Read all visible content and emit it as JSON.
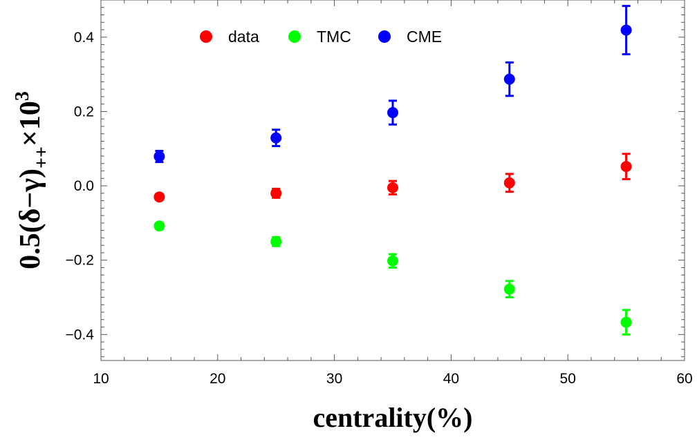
{
  "chart_data": {
    "type": "scatter",
    "xlabel": "centrality(%)",
    "ylabel": {
      "main": "0.5(δ−γ)",
      "subscript": "++",
      "times": "×10",
      "superscript": "3"
    },
    "xlim": [
      10,
      60
    ],
    "ylim": [
      -0.47,
      0.5
    ],
    "x_ticks": [
      10,
      20,
      30,
      40,
      50,
      60
    ],
    "y_ticks": [
      -0.4,
      -0.2,
      0.0,
      0.2,
      0.4
    ],
    "x_tick_labels": [
      "10",
      "20",
      "30",
      "40",
      "50",
      "60"
    ],
    "y_tick_labels": [
      "−0.4",
      "−0.2",
      "0.0",
      "0.2",
      "0.4"
    ],
    "grid": false,
    "legend_position": "top",
    "series": [
      {
        "name": "data",
        "color": "#ff0000",
        "x": [
          15,
          25,
          35,
          45,
          55
        ],
        "y": [
          -0.03,
          -0.02,
          -0.005,
          0.008,
          0.052
        ],
        "err": [
          0.008,
          0.012,
          0.018,
          0.024,
          0.034
        ]
      },
      {
        "name": "TMC",
        "color": "#00ff00",
        "x": [
          15,
          25,
          35,
          45,
          55
        ],
        "y": [
          -0.108,
          -0.15,
          -0.202,
          -0.278,
          -0.367
        ],
        "err": [
          0.008,
          0.012,
          0.018,
          0.022,
          0.033
        ]
      },
      {
        "name": "CME",
        "color": "#0000ff",
        "x": [
          15,
          25,
          35,
          45,
          55
        ],
        "y": [
          0.079,
          0.129,
          0.197,
          0.287,
          0.419
        ],
        "err": [
          0.015,
          0.022,
          0.032,
          0.045,
          0.065
        ]
      }
    ]
  }
}
